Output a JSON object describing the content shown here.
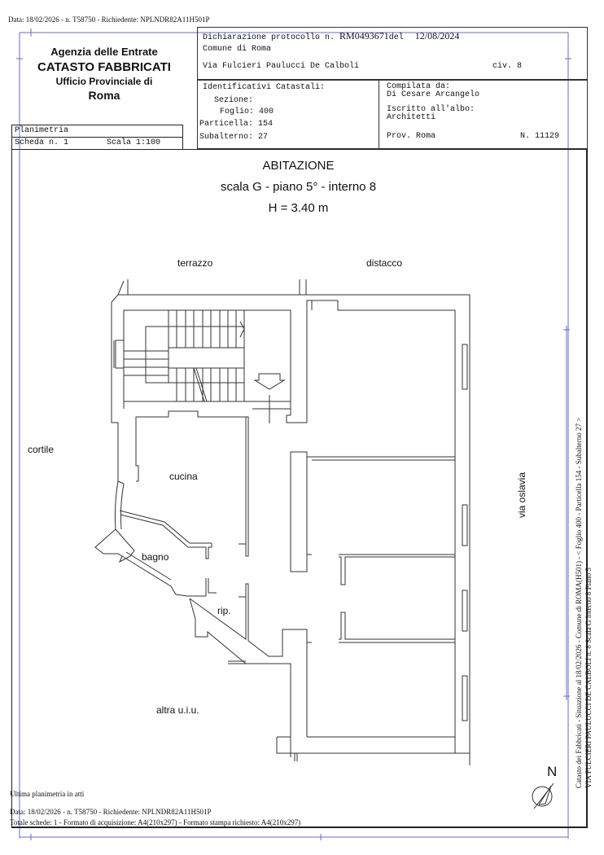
{
  "top_line": "Data: 18/02/2026 - n. T58750 - Richiedente: NPLNDR82A11H501P",
  "agency": {
    "line1": "Agenzia delle Entrate",
    "line2": "CATASTO FABBRICATI",
    "line3": "Ufficio Provinciale di",
    "line4": "Roma"
  },
  "declaration": {
    "protocol_label": "Dichiarazione protocollo n.",
    "protocol_number": "RM0493671",
    "del_label": "del",
    "date": "12/08/2024",
    "comune": "Comune di Roma",
    "address": "Via Fulcieri Paulucci De Calboli",
    "civ": "civ. 8"
  },
  "identifiers": {
    "title": "Identificativi Catastali:",
    "sezione": "Sezione:",
    "foglio": "Foglio: 400",
    "particella": "Particella: 154",
    "subalterno": "Subalterno: 27"
  },
  "compiler": {
    "label": "Compilata da:",
    "name": "Di Cesare Arcangelo",
    "albo_label": "Iscritto all'albo:",
    "albo": "Architetti",
    "prov": "Prov. Roma",
    "number": "N. 11129"
  },
  "sheet": {
    "title": "Planimetria",
    "scheda": "Scheda n. 1",
    "scala": "Scala 1:100"
  },
  "plan": {
    "title": "ABITAZIONE",
    "subtitle": "scala G - piano 5° -  interno 8",
    "height": "H = 3.40 m",
    "labels": {
      "terrazzo": "terrazzo",
      "distacco": "distacco",
      "cortile": "cortile",
      "cucina": "cucina",
      "bagno": "bagno",
      "rip": "rip.",
      "altra": "altra u.i.u.",
      "via": "via oslavia"
    },
    "north": "N"
  },
  "side_text": {
    "line1": "Catasto dei Fabbricati - Situazione al 18/02/2026 - Comune di ROMA(H501) - < Foglio 400 - Particella 154 - Subalterno 27 >",
    "line2": "VIA FULCIERI PAULUCCI DE CALBOLI n. 8  Scala G Interno 8 Piano 5"
  },
  "footer": {
    "ultima": "Ultima planimetria in atti",
    "data": "Data: 18/02/2026 - n. T58750 - Richiedente: NPLNDR82A11H501P",
    "totale": "Totale schede: 1 - Formato di acquisizione: A4(210x297)  - Formato stampa richiesto: A4(210x297)"
  }
}
